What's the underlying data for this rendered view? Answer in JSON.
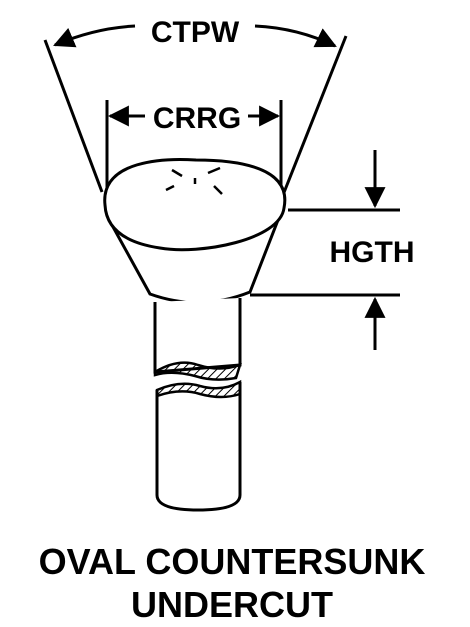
{
  "dimensions": {
    "ctpw": "CTPW",
    "crrg": "CRRG",
    "hgth": "HGTH"
  },
  "caption": {
    "line1": "OVAL COUNTERSUNK",
    "line2": "UNDERCUT"
  }
}
